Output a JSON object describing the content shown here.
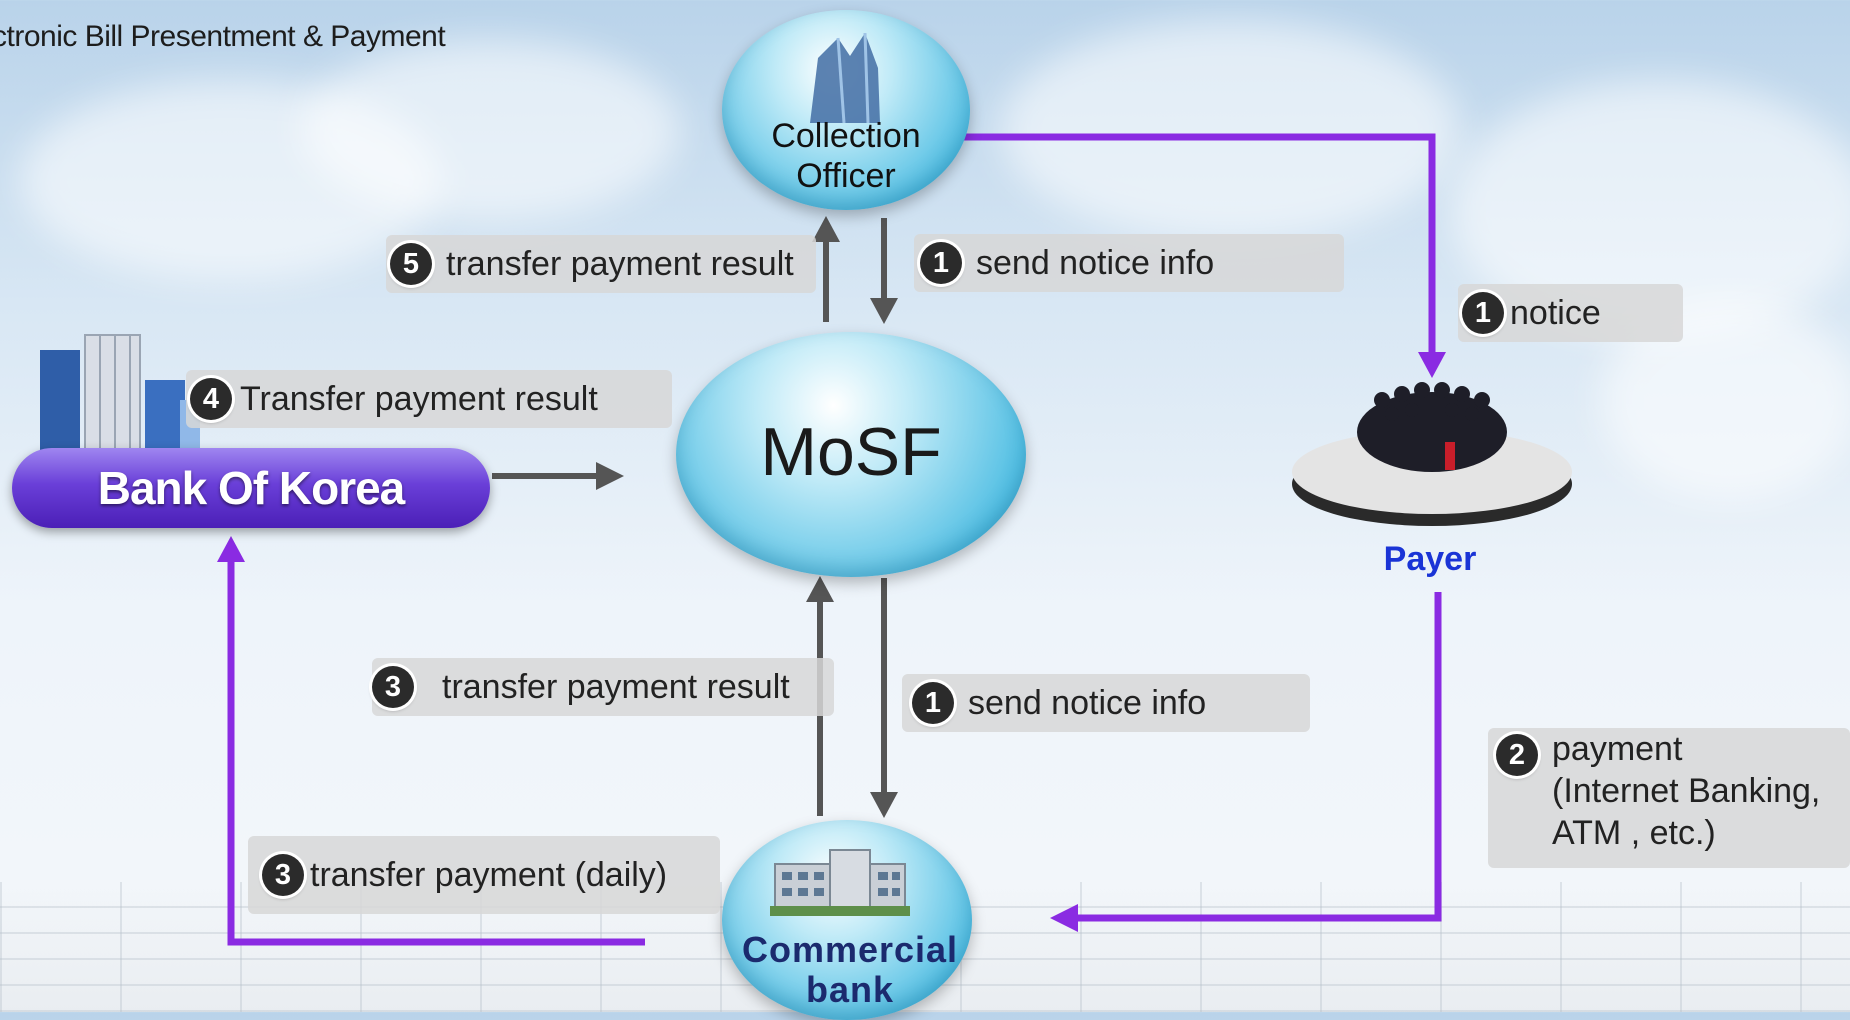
{
  "title": "ctronic Bill Presentment & Payment",
  "nodes": {
    "collection_officer": "Collection\nOfficer",
    "mosf": "MoSF",
    "bank_of_korea": "Bank Of Korea",
    "payer": "Payer",
    "commercial_bank": "Commercial\nbank"
  },
  "labels": {
    "step5": {
      "num": "5",
      "text": "transfer payment result"
    },
    "step1_top": {
      "num": "1",
      "text": "send notice info"
    },
    "step1_notice": {
      "num": "1",
      "text": "notice"
    },
    "step4": {
      "num": "4",
      "text": "Transfer payment result"
    },
    "step3_result": {
      "num": "3",
      "text": "transfer payment result"
    },
    "step1_bottom": {
      "num": "1",
      "text": "send notice info"
    },
    "step2": {
      "num": "2",
      "text": "payment\n(Internet Banking,\nATM , etc.)"
    },
    "step3_daily": {
      "num": "3",
      "text": "transfer payment (daily)"
    }
  },
  "colors": {
    "purple_flow": "#8a2be2",
    "gray_arrow": "#555555",
    "bank_of_korea": "#5a2fc9",
    "payer_text": "#1a34d6"
  }
}
